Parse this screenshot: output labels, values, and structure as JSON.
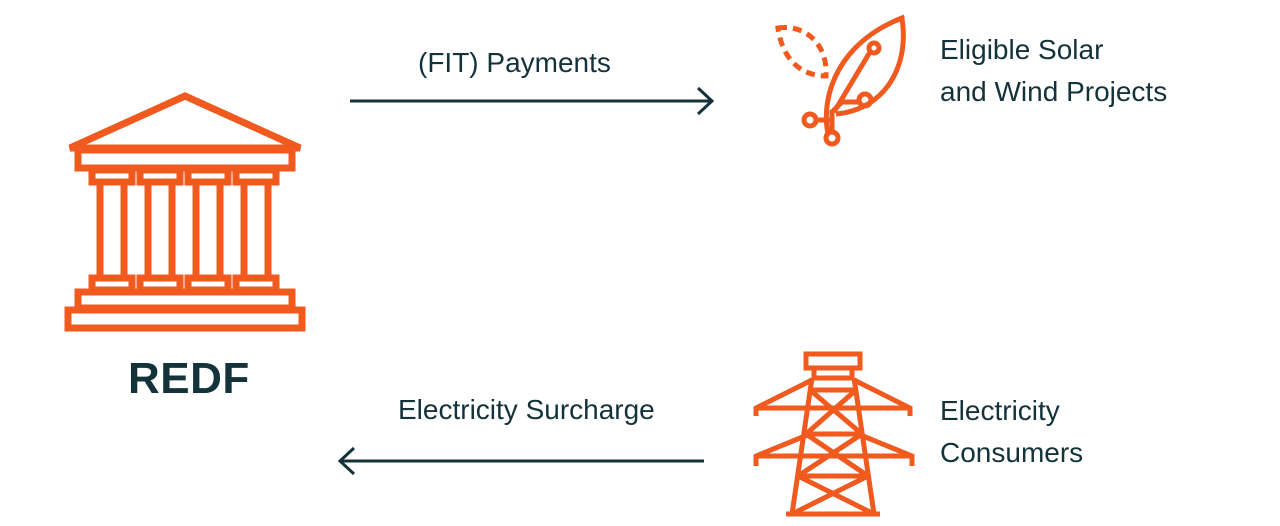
{
  "colors": {
    "accent": "#f05a1e",
    "ink": "#14323a",
    "background": "#ffffff"
  },
  "redf": {
    "label": "REDF",
    "icon": "government-building-icon"
  },
  "projects": {
    "icon": "leaf-circuit-icon",
    "label_line1": "Eligible Solar",
    "label_line2": "and Wind Projects"
  },
  "consumers": {
    "icon": "transmission-tower-icon",
    "label_line1": "Electricity",
    "label_line2": "Consumers"
  },
  "flows": {
    "payments_label": "(FIT) Payments",
    "surcharge_label": "Electricity Surcharge"
  }
}
